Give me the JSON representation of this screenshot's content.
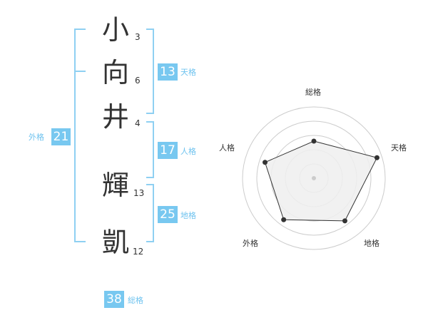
{
  "name": {
    "chars": [
      {
        "char": "小",
        "strokes": "3"
      },
      {
        "char": "向",
        "strokes": "6"
      },
      {
        "char": "井",
        "strokes": "4"
      },
      {
        "char": "輝",
        "strokes": "13"
      },
      {
        "char": "凱",
        "strokes": "12"
      }
    ]
  },
  "scores": {
    "tenkaku": {
      "value": "13",
      "label": "天格"
    },
    "jinkaku": {
      "value": "17",
      "label": "人格"
    },
    "chikaku": {
      "value": "25",
      "label": "地格"
    },
    "gaikaku": {
      "value": "21",
      "label": "外格"
    },
    "soukaku": {
      "value": "38",
      "label": "総格"
    }
  },
  "radar": {
    "axes": [
      "総格",
      "天格",
      "地格",
      "外格",
      "人格"
    ],
    "levels": [
      0.52,
      0.93,
      0.74,
      0.72,
      0.72
    ],
    "colors": {
      "fill": "#efefef",
      "ring": "#cccccc",
      "line": "#333333",
      "dot": "#333333"
    }
  },
  "colors": {
    "accent": "#78c8f0",
    "bracket": "#8fd0f2"
  }
}
